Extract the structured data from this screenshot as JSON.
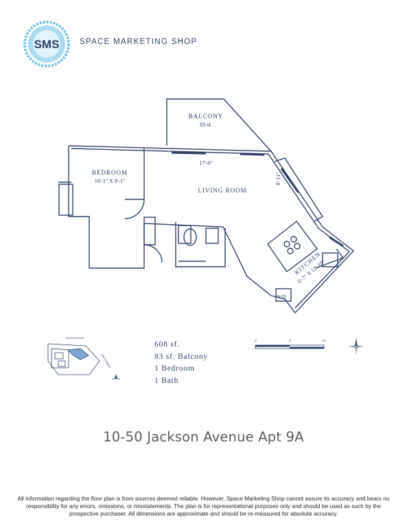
{
  "header": {
    "logo_text": "SMS",
    "brand": "SPACE MARKETING SHOP"
  },
  "floorplan": {
    "rooms": [
      {
        "name": "BALCONY",
        "area": "83 sf."
      },
      {
        "name": "BEDROOM",
        "dimensions": "10'-1\" X 9'-1\""
      },
      {
        "name": "LIVING ROOM"
      },
      {
        "name": "KITCHEN",
        "dimensions": "6'-7\" X 12'-10\""
      }
    ],
    "dims": {
      "living_width": "17'-9\"",
      "living_depth": "8'-11\""
    },
    "wd_label": "W/D"
  },
  "keyplan": {
    "street_top": "JACKSON AVE",
    "street_side": "10th STREET"
  },
  "stats": {
    "area": "608 sf.",
    "balcony": "83 sf. Balcony",
    "bedrooms": "1 Bedroom",
    "baths": "1 Bath"
  },
  "scale": {
    "labels": [
      "0'",
      "5'",
      "10'"
    ]
  },
  "colors": {
    "plan_blue": "#2b3f66",
    "logo_blue": "#6cc1e8",
    "address_gray": "#5a5a5a"
  },
  "address": "10-50 Jackson Avenue Apt 9A",
  "disclaimer": "All information regarding the floor plan is from sources deemed reliable.  However, Space Marketing Shop cannot assure its accuracy and bears no responsibility for any errors, omissions, or misstatements. The plan is for representational purposes only and should be used as such by the prospective purchaser.  All dimensions are approximate and should be re-measured for absolute accuracy."
}
